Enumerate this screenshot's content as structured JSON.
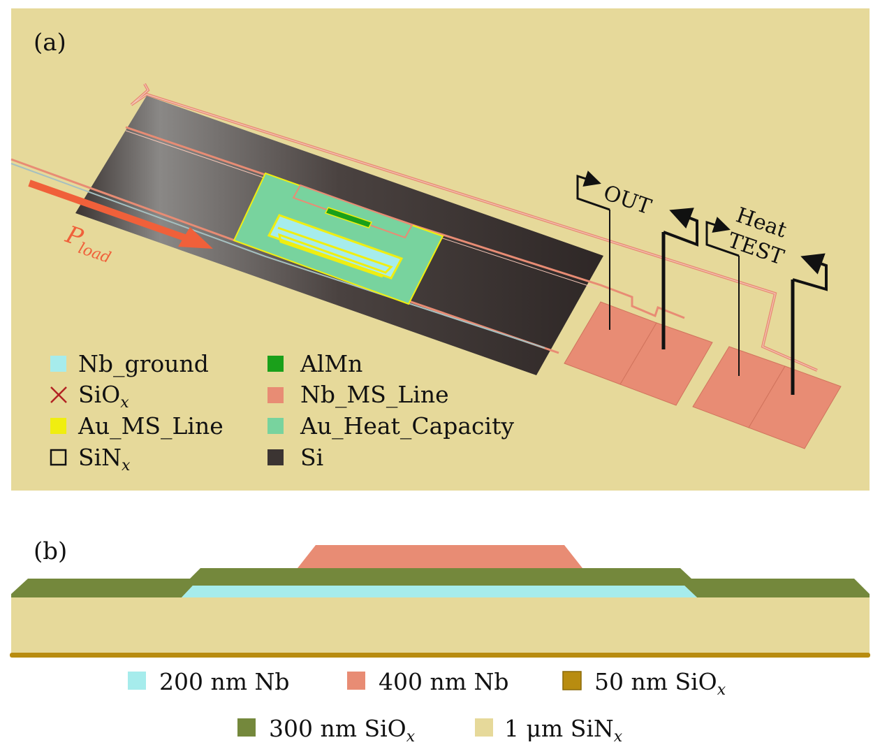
{
  "panels": {
    "a": {
      "label": "(a)"
    },
    "b": {
      "label": "(b)"
    }
  },
  "arrow": {
    "label_main": "P",
    "label_sub": "load",
    "color": "#f0603a"
  },
  "ports": {
    "out": "OUT",
    "heat": "Heat",
    "test": "TEST"
  },
  "legend_a": [
    {
      "name": "Nb_ground",
      "base": "Nb_ground",
      "sub": "",
      "color": "#a6ecec",
      "style": "fill"
    },
    {
      "name": "SiO",
      "base": "SiO",
      "sub": "x",
      "color": "#b22222",
      "style": "cross"
    },
    {
      "name": "Au_MS_Line",
      "base": "Au_MS_Line",
      "sub": "",
      "color": "#f0ee10",
      "style": "fill"
    },
    {
      "name": "SiN",
      "base": "SiN",
      "sub": "x",
      "color": "#111111",
      "style": "outline"
    },
    {
      "name": "AlMn",
      "base": "AlMn",
      "sub": "",
      "color": "#1aa01a",
      "style": "fill"
    },
    {
      "name": "Nb_MS_Line",
      "base": "Nb_MS_Line",
      "sub": "",
      "color": "#e88c74",
      "style": "fill"
    },
    {
      "name": "Au_Heat_Capacity",
      "base": "Au_Heat_Capacity",
      "sub": "",
      "color": "#78d39e",
      "style": "fill"
    },
    {
      "name": "Si",
      "base": "Si",
      "sub": "",
      "color": "#3b3432",
      "style": "fill"
    }
  ],
  "legend_b": [
    {
      "base": "200 nm Nb",
      "sub": "",
      "color": "#a6ecec"
    },
    {
      "base": "400 nm Nb",
      "sub": "",
      "color": "#e88c74"
    },
    {
      "base": "50 nm SiO",
      "sub": "x",
      "color": "#b88c10"
    },
    {
      "base": "300 nm SiO",
      "sub": "x",
      "color": "#74883c"
    },
    {
      "base": "1 μm SiN",
      "sub": "x",
      "color": "#e6d99a"
    }
  ],
  "colors": {
    "background": "#e6d99a",
    "si": "#3b3432",
    "nb_ground": "#a6ecec",
    "nb_ms_line": "#e88c74",
    "au_heat": "#78d39e",
    "almn": "#1aa01a",
    "au_ms_line": "#f0ee10",
    "sio_300": "#74883c",
    "sio_50": "#b88c10",
    "sin_1um": "#e6d99a"
  }
}
